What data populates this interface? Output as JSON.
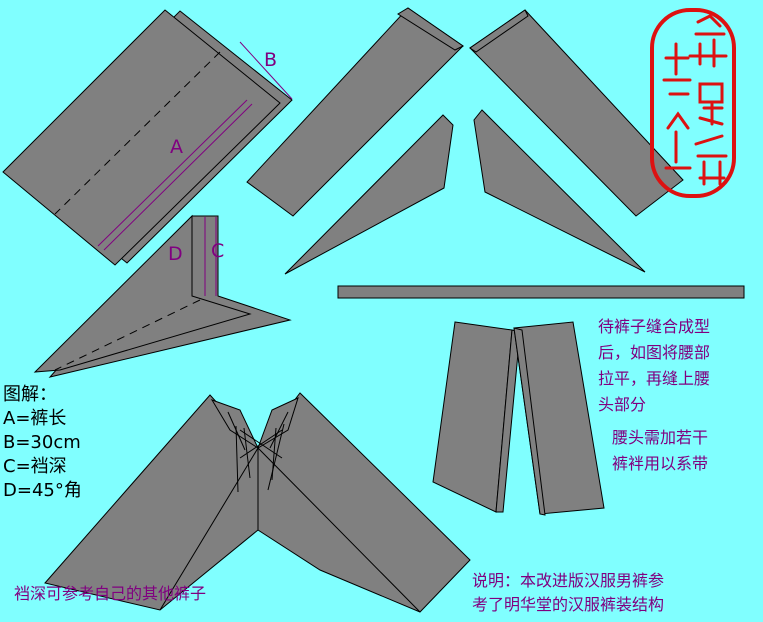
{
  "colors": {
    "background": "#80ffff",
    "fabric": "#808080",
    "outline": "#000000",
    "annotation": "#800080",
    "seal": "#dd1111"
  },
  "labels": {
    "a": "A",
    "b": "B",
    "c": "C",
    "d": "D"
  },
  "legend": {
    "title": "图解：",
    "lines": [
      "A=裤长",
      "B=30cm",
      "C=裆深",
      "D=45°角"
    ]
  },
  "notes": {
    "waist_flatten": [
      "待裤子缝合成型",
      "后，如图将腰部",
      "拉平，再缝上腰",
      "头部分"
    ],
    "waist_ties": [
      "腰头需加若干",
      "裤袢用以系带"
    ],
    "crotch_depth": "裆深可参考自己的其他裤子",
    "explanation": [
      "说明：本改进版汉服男裤参",
      "考了明华堂的汉服裤装结构"
    ]
  },
  "seal": {
    "text": "劍嘯齋主人"
  }
}
